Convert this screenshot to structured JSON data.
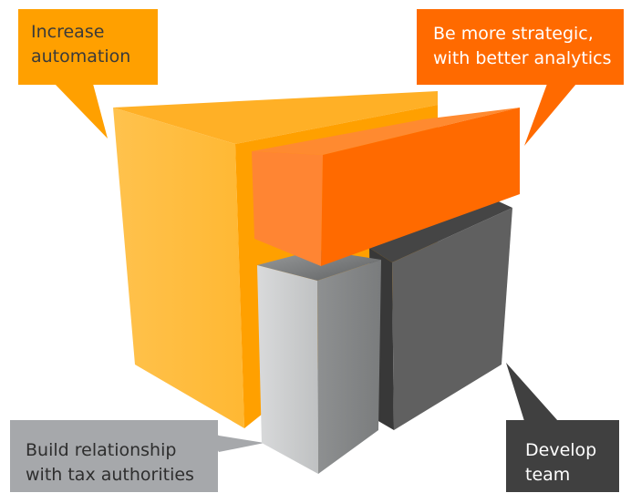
{
  "callouts": {
    "automation": {
      "lines": [
        "Increase",
        "automation"
      ],
      "color": "#FFA000"
    },
    "strategic": {
      "lines": [
        "Be more strategic,",
        "with better analytics"
      ],
      "color": "#FF6A00"
    },
    "relationship": {
      "lines": [
        "Build relationship",
        "with tax authorities"
      ],
      "color": "#A6A8AB"
    },
    "develop": {
      "lines": [
        "Develop",
        "team"
      ],
      "color": "#404040"
    }
  },
  "blocks": {
    "large_cube": "#FFA000",
    "top_bar": "#FF6A00",
    "light_pillar": "#B9BBBC",
    "dark_pillar": "#585858"
  }
}
